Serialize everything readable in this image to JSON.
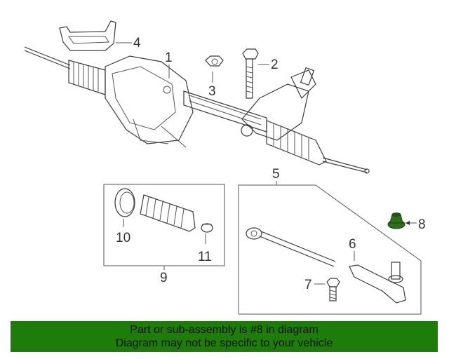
{
  "callouts": {
    "c1": "1",
    "c2": "2",
    "c3": "3",
    "c4": "4",
    "c5": "5",
    "c6": "6",
    "c7": "7",
    "c8": "8",
    "c9": "9",
    "c10": "10",
    "c11": "11"
  },
  "highlight_color": "#2f6e1a",
  "banner": {
    "color": "#1e7d0a",
    "line1": "Part or sub-assembly is #8 in diagram",
    "line2": "Diagram may not be specific to your vehicle"
  }
}
